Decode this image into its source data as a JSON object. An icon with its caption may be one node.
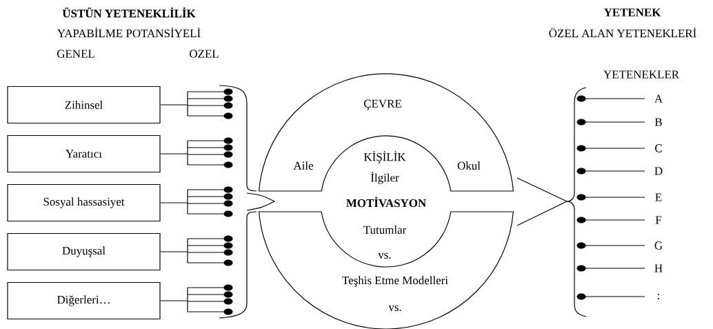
{
  "diagram": {
    "nodes": [
      {
        "text": [
          "Zihinsel"
        ]
      },
      {
        "text": [
          "Yaratıcı"
        ]
      },
      {
        "text": [
          "Sosyal hassasiyet"
        ]
      },
      {
        "text": [
          "Duyuşsal"
        ]
      },
      {
        "text": [
          "Diğerleri…"
        ]
      },
      {
        "text": [],
        "shape": "bar"
      },
      {
        "text": [],
        "shape": "bar"
      },
      {
        "text": [],
        "shape": "bar"
      },
      {
        "text": [],
        "shape": "bar"
      },
      {
        "text": [],
        "shape": "bar"
      },
      {
        "text": [
          "ÇEVRE",
          "Aile",
          "Okul",
          "Teşhis Etme Modelleri",
          "vs."
        ]
      },
      {
        "text": [
          "KİŞİLİK",
          "İlgiler",
          "MOTİVASYON",
          "Tutumlar",
          "vs."
        ],
        "in": 10
      }
    ],
    "edges": [
      {
        "from": 0,
        "to": 5,
        "arrow": "none"
      },
      {
        "from": 1,
        "to": 6,
        "arrow": "none"
      },
      {
        "from": 2,
        "to": 7,
        "arrow": "none"
      },
      {
        "from": 3,
        "to": 8,
        "arrow": "none"
      },
      {
        "from": 4,
        "to": 9,
        "arrow": "none"
      }
    ],
    "labels": [
      "ÜSTÜN YETENEKLİLİK",
      "YAPABİLME POTANSİYELİ",
      "GENEL",
      "OZEL",
      "YETENEK",
      "ÖZEL ALAN YETENEKLERİ",
      "YETENEKLER",
      "A",
      "B",
      "C",
      "D",
      "E",
      "F",
      "G",
      "H",
      ":"
    ]
  }
}
